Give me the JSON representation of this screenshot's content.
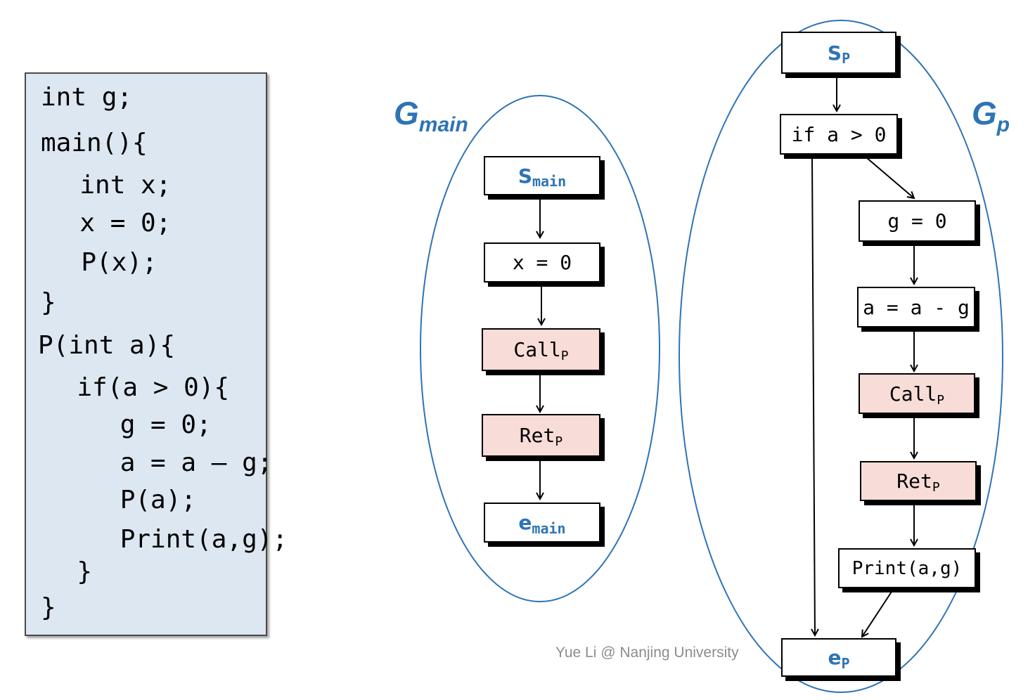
{
  "code": {
    "lines": [
      "int g;",
      "main(){",
      "  int x;",
      "  x = 0;",
      "  P(x);",
      "}",
      "P(int a){",
      "  if(a > 0){",
      "    g = 0;",
      "    a = a – g;",
      "    P(a);",
      "    Print(a,g);",
      "  }",
      "}"
    ]
  },
  "graphs": {
    "main": {
      "label": "G",
      "label_sub": "main",
      "nodes": {
        "start": {
          "text": "S",
          "sub": "main"
        },
        "assign": {
          "text": "x = 0",
          "sub": ""
        },
        "call": {
          "text": "Call",
          "sub": "P"
        },
        "ret": {
          "text": "Ret",
          "sub": "P"
        },
        "exit": {
          "text": "e",
          "sub": "main"
        }
      }
    },
    "p": {
      "label": "G",
      "label_sub": "p",
      "nodes": {
        "start": {
          "text": "S",
          "sub": "P"
        },
        "cond": {
          "text": "if a > 0",
          "sub": ""
        },
        "assign_g": {
          "text": "g = 0",
          "sub": ""
        },
        "assign_a": {
          "text": "a = a - g",
          "sub": ""
        },
        "call": {
          "text": "Call",
          "sub": "P"
        },
        "ret": {
          "text": "Ret",
          "sub": "P"
        },
        "print": {
          "text": "Print(a,g)",
          "sub": ""
        },
        "exit": {
          "text": "e",
          "sub": "P"
        }
      }
    }
  },
  "credit": "Yue Li @ Nanjing University",
  "colors": {
    "accent_blue": "#2e74b5",
    "call_fill": "#f8dcd8",
    "code_bg": "#dde7f1"
  }
}
